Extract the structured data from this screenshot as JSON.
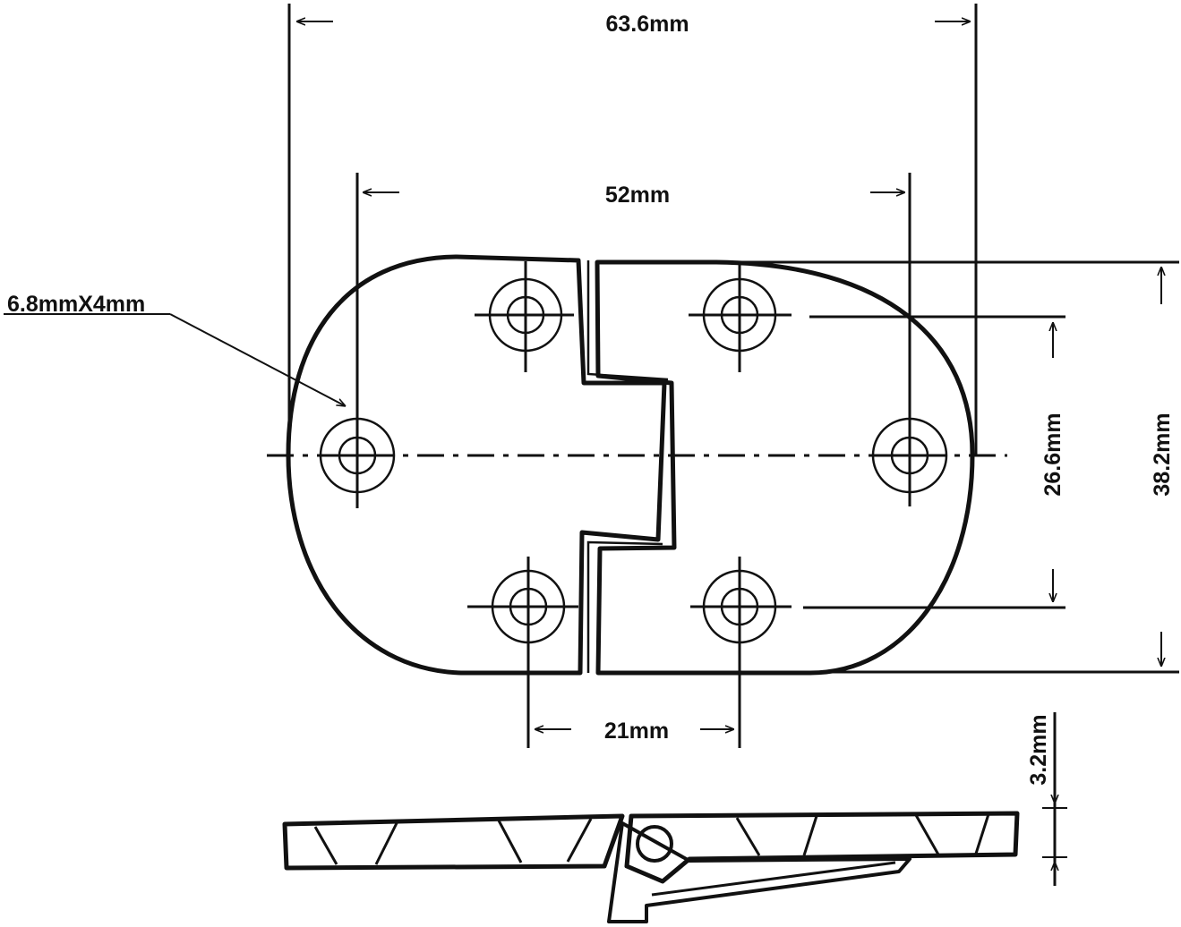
{
  "dimensions": {
    "overall_length": "63.6mm",
    "outer_hole_spacing": "52mm",
    "inner_hole_spacing": "21mm",
    "hole_row_spacing": "26.6mm",
    "overall_width": "38.2mm",
    "thickness": "3.2mm",
    "hole_size": "6.8mmX4mm"
  },
  "colors": {
    "ink": "#111111",
    "background": "#ffffff"
  }
}
